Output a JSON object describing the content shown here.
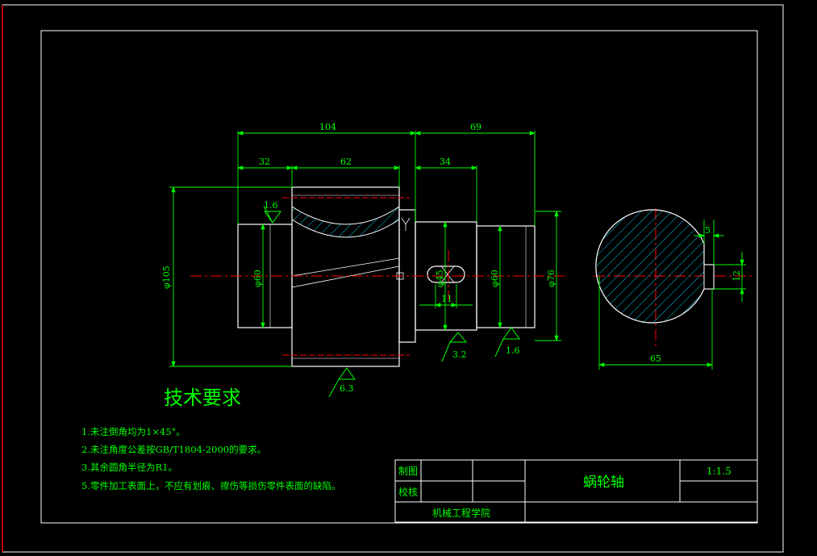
{
  "dimensions": {
    "d_104": "104",
    "d_69": "69",
    "d_32": "32",
    "d_62": "62",
    "d_34": "34",
    "d_phi105": "φ105",
    "d_phi60_left": "φ60",
    "d_phi45": "φ45",
    "d_11": "11",
    "d_phi60_right": "φ60",
    "d_phi76": "φ76",
    "d_5": "5",
    "d_12": "12",
    "d_65": "65"
  },
  "roughness": {
    "r1": "1.6",
    "r2": "3.2",
    "r3": "1.6",
    "r4": "6.3"
  },
  "technical_requirements": {
    "heading": "技术要求",
    "items": [
      "1.未注倒角均为1×45°。",
      "2.未注角度公差按GB/T1804-2000的要求。",
      "3.其余圆角半径为R1。",
      "5.零件加工表面上，不应有划痕、擦伤等损伤零件表面的缺陷。"
    ]
  },
  "title_block": {
    "drawn_label": "制图",
    "checked_label": "校核",
    "part_name": "蜗轮轴",
    "scale": "1:1.5",
    "organization": "机械工程学院"
  },
  "colors": {
    "background": "#000000",
    "outline": "#ffffff",
    "dimension": "#00ff00",
    "centerline": "#ff0000",
    "hatch": "#00c8e6",
    "frame_accent": "#ff0000"
  }
}
